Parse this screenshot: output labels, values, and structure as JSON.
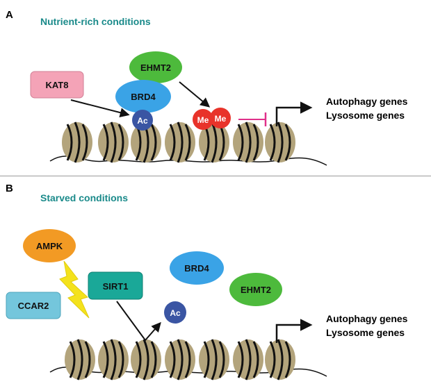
{
  "panel_a": {
    "letter": "A",
    "title": "Nutrient-rich conditions",
    "factors": {
      "kat8": "KAT8",
      "brd4": "BRD4",
      "ehmt2": "EHMT2",
      "ac": "Ac",
      "me1": "Me",
      "me2": "Me"
    },
    "genes": {
      "line1": "Autophagy genes",
      "line2": "Lysosome genes"
    }
  },
  "panel_b": {
    "letter": "B",
    "title": "Starved conditions",
    "factors": {
      "ampk": "AMPK",
      "ccar2": "CCAR2",
      "sirt1": "SIRT1",
      "brd4": "BRD4",
      "ehmt2": "EHMT2",
      "ac": "Ac"
    },
    "genes": {
      "line1": "Autophagy genes",
      "line2": "Lysosome genes"
    }
  },
  "colors": {
    "title_teal": "#1a8a8a",
    "nucleosome": "#b3a47c",
    "dna": "#111111",
    "kat8": "#f4a3b7",
    "brd4": "#3aa3e6",
    "ehmt2": "#4dba3c",
    "acetyl": "#3a55a3",
    "methyl": "#e8332a",
    "inhibition": "#e0308a",
    "ampk": "#f29a24",
    "ccar2": "#74c6dc",
    "sirt1": "#1aa898",
    "lightning": "#f4e21c"
  }
}
